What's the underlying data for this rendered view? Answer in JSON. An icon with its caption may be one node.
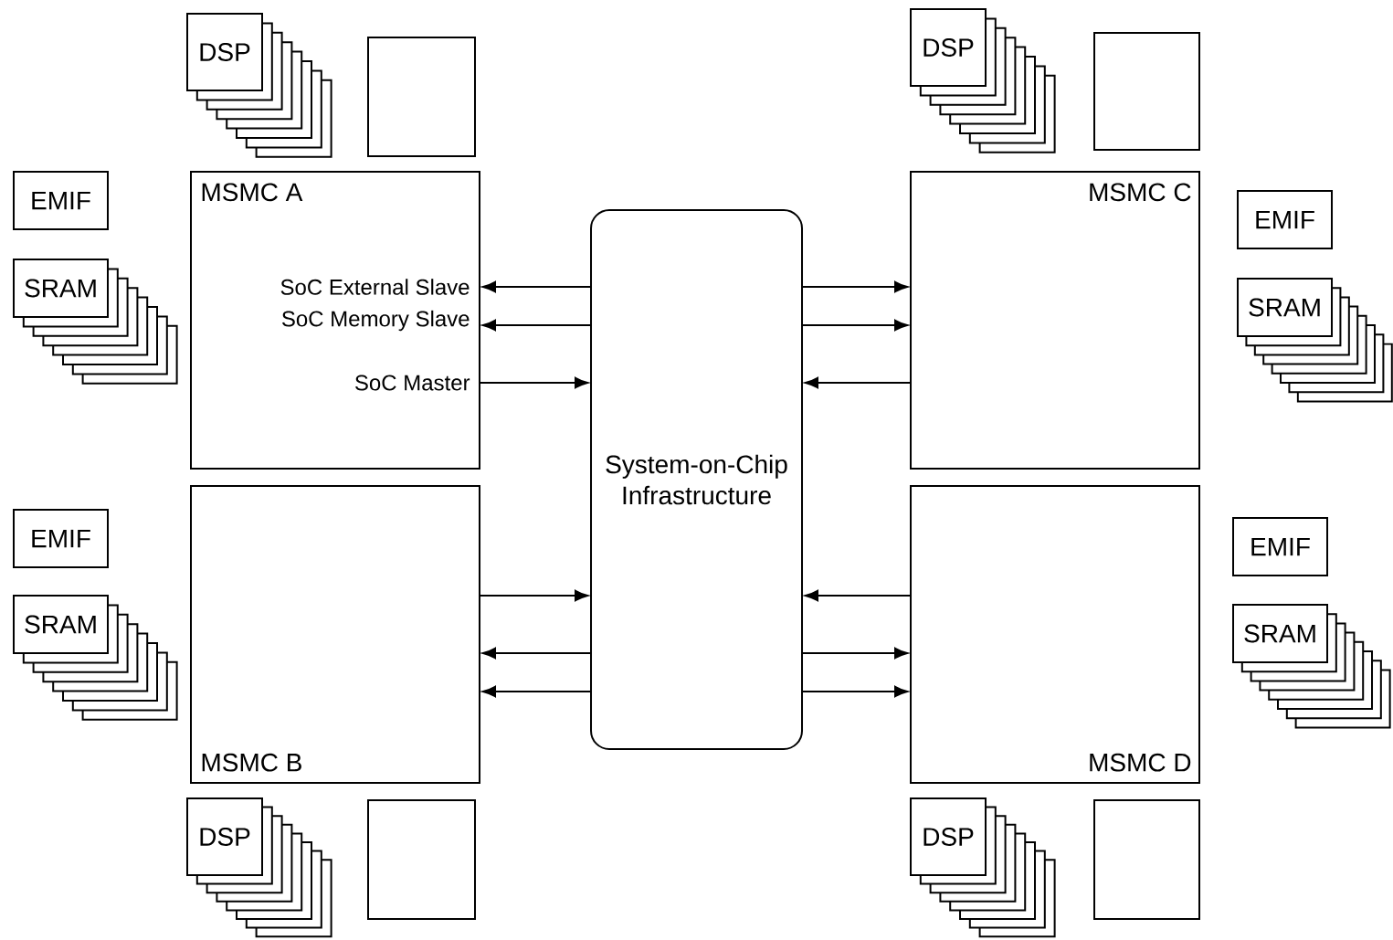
{
  "diagram": {
    "nodes": [
      {
        "text": [
          "DSP"
        ]
      },
      {
        "text": [],
        "shape": "box"
      },
      {
        "text": [
          "EMIF"
        ]
      },
      {
        "text": [
          "SRAM"
        ]
      },
      {
        "text": [
          "MSMC A",
          "SoC External Slave",
          "SoC Memory Slave",
          "SoC Master"
        ]
      },
      {
        "text": [
          "System-on-Chip Infrastructure"
        ]
      },
      {
        "text": [
          "DSP"
        ]
      },
      {
        "text": [],
        "shape": "box"
      },
      {
        "text": [
          "MSMC C"
        ]
      },
      {
        "text": [
          "EMIF"
        ]
      },
      {
        "text": [
          "SRAM"
        ]
      },
      {
        "text": [
          "EMIF"
        ]
      },
      {
        "text": [
          "SRAM"
        ]
      },
      {
        "text": [
          "MSMC B"
        ]
      },
      {
        "text": [
          "MSMC D"
        ]
      },
      {
        "text": [
          "EMIF"
        ]
      },
      {
        "text": [
          "SRAM"
        ]
      },
      {
        "text": [
          "DSP"
        ]
      },
      {
        "text": [],
        "shape": "box"
      },
      {
        "text": [
          "DSP"
        ]
      },
      {
        "text": [],
        "shape": "box"
      }
    ],
    "edges": [
      {
        "from": 5,
        "to": 4,
        "arrow": "to"
      },
      {
        "from": 5,
        "to": 4,
        "arrow": "to"
      },
      {
        "from": 4,
        "to": 5,
        "arrow": "to"
      },
      {
        "from": 5,
        "to": 8,
        "arrow": "to"
      },
      {
        "from": 5,
        "to": 8,
        "arrow": "to"
      },
      {
        "from": 8,
        "to": 5,
        "arrow": "to"
      },
      {
        "from": 13,
        "to": 5,
        "arrow": "to"
      },
      {
        "from": 5,
        "to": 13,
        "arrow": "to"
      },
      {
        "from": 5,
        "to": 13,
        "arrow": "to"
      },
      {
        "from": 14,
        "to": 5,
        "arrow": "to"
      },
      {
        "from": 5,
        "to": 14,
        "arrow": "to"
      },
      {
        "from": 5,
        "to": 14,
        "arrow": "to"
      }
    ]
  }
}
